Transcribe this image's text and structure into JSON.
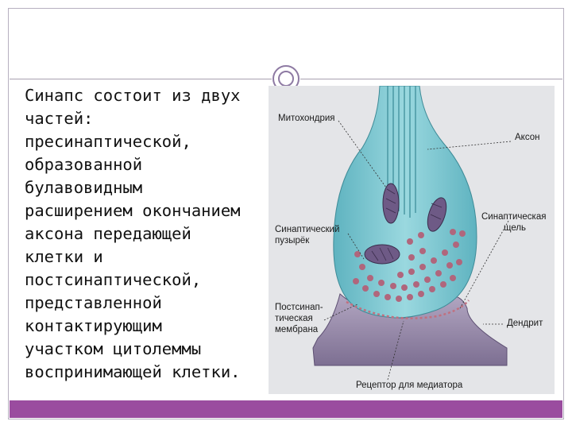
{
  "slide": {
    "body_text": "  Синапс состоит из двух\nчастей:\nпресинаптической,\nобразованной\nбулавовидным\nрасширением окончанием\nаксона передающей\nклетки и\nпостсинаптической,\nпредставленной\nконтактирующим\nучастком цитолеммы\nвоспринимающей клетки."
  },
  "diagram": {
    "labels": {
      "mitochondria": "Митохондрия",
      "axon": "Аксон",
      "vesicle_1": "Синаптический",
      "vesicle_2": "пузырёк",
      "cleft_1": "Синаптическая",
      "cleft_2": "щель",
      "post_1": "Постсинап-",
      "post_2": "тическая",
      "post_3": "мембрана",
      "dendrite": "Дендрит",
      "receptor": "Рецептор для медиатора"
    },
    "colors": {
      "axon_fill": "#7ccad3",
      "dendrite_fill": "#9c8fae",
      "vesicle": "#b0667c",
      "mitochondria": "#6e5a86",
      "accent": "#9a4c9f"
    }
  }
}
